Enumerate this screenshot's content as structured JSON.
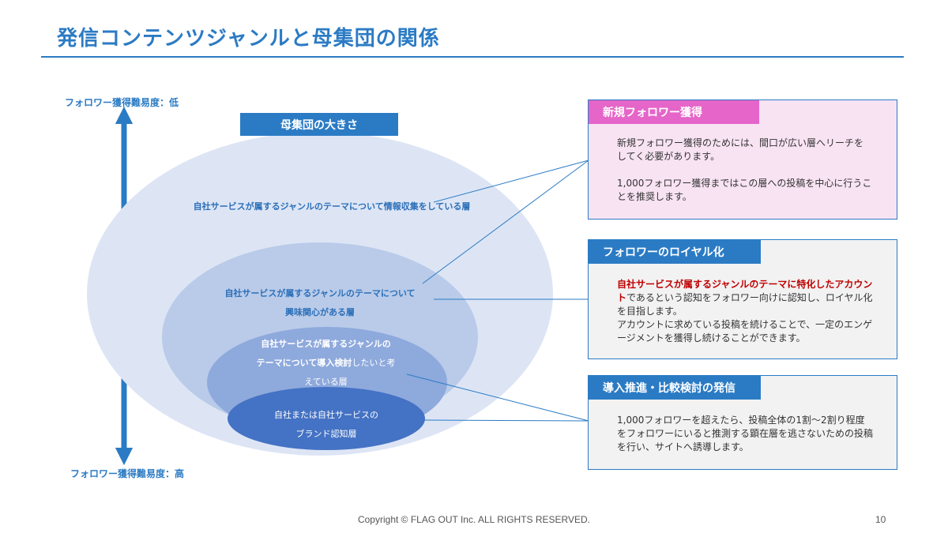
{
  "title": "発信コンテンツジャンルと母集団の関係",
  "axis": {
    "top_label": "フォロワー獲得難易度：低",
    "bottom_label": "フォロワー獲得難易度：高"
  },
  "population": {
    "badge": "母集団の大きさ",
    "layers": [
      {
        "lines": [
          "自社サービスが属するジャンルのテーマについて情報収集をしている層"
        ]
      },
      {
        "lines": [
          "自社サービスが属するジャンルのテーマについて",
          "興味関心がある層"
        ]
      },
      {
        "line1": "自社サービスが属するジャンルの",
        "line2_bold": "テーマについて導入検討",
        "line2_normal": "したいと考",
        "line3": "えている層"
      },
      {
        "lines": [
          "自社または自社サービスの",
          "ブランド認知層"
        ]
      }
    ],
    "colors": [
      "#dde5f5",
      "#b9cbe9",
      "#8ea9dc",
      "#4472c4"
    ]
  },
  "panels": [
    {
      "header": "新規フォロワー獲得",
      "header_color": "#e565c9",
      "background": "#f8e3f3",
      "paragraphs": [
        "新規フォロワー獲得のためには、間口が広い層へリーチをしてく必要があります。",
        "1,000フォロワー獲得まではこの層への投稿を中心に行うことを推奨します。"
      ]
    },
    {
      "header": "フォロワーのロイヤル化",
      "header_color": "#2b7bc4",
      "background": "#f2f2f2",
      "highlight": "自社サービスが属するジャンルのテーマに特化したアカウント",
      "highlight_rest": "であるという認知をフォロワー向けに認知し、ロイヤル化を目指します。",
      "paragraphs": [
        "アカウントに求めている投稿を続けることで、一定のエンゲージメントを獲得し続けることができます。"
      ]
    },
    {
      "header": "導入推進・比較検討の発信",
      "header_color": "#2b7bc4",
      "background": "#f2f2f2",
      "paragraphs": [
        "1,000フォロワーを超えたら、投稿全体の1割〜2割り程度をフォロワーにいると推測する顕在層を逃さないための投稿を行い、サイトへ誘導します。"
      ]
    }
  ],
  "footer": {
    "copyright": "Copyright © FLAG OUT Inc. ALL RIGHTS RESERVED.",
    "page_number": "10"
  },
  "accent_color": "#2b7bc4",
  "highlight_color": "#c00000"
}
